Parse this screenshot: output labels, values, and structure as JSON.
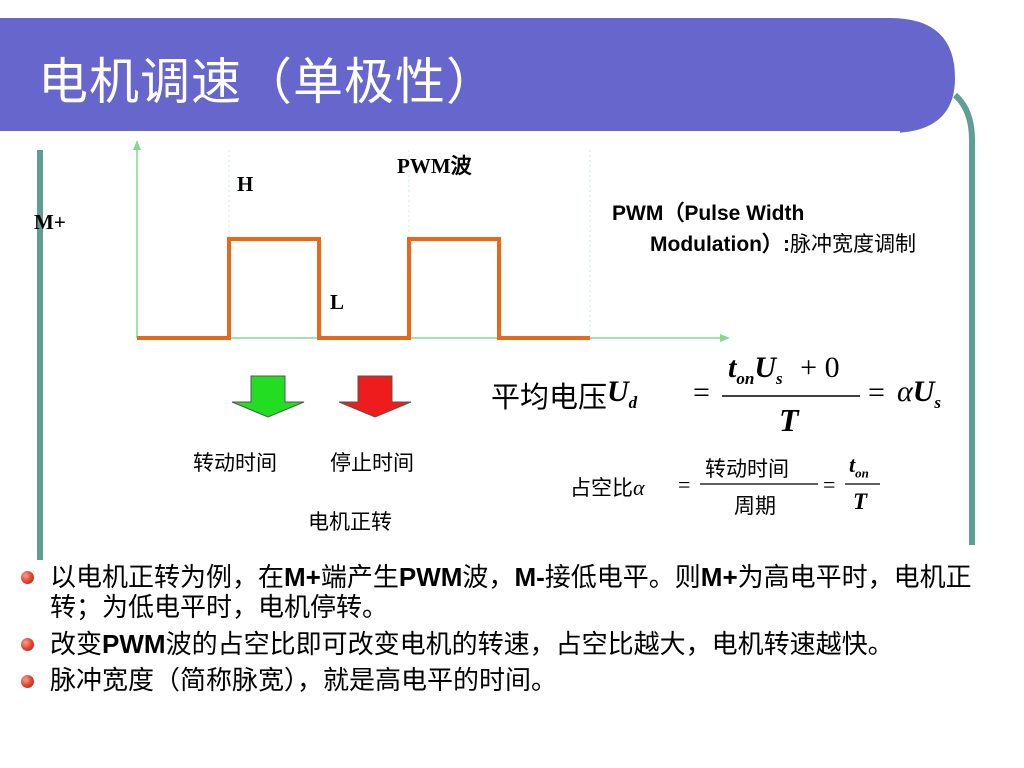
{
  "slide": {
    "title": "电机调速（单极性）"
  },
  "waveform": {
    "pwm_label": "PWM波",
    "h_label": "H",
    "l_label": "L",
    "mplus_label": "M+",
    "wave_color": "#e8681a",
    "axis_color": "#7fdc8f"
  },
  "pwm_definition": {
    "line1": "PWM（Pulse Width",
    "line2_a": "Modulation）:",
    "line2_b": "脉冲宽度调制"
  },
  "arrows": {
    "run_color": "#22dd22",
    "stop_color": "#ee1c1c",
    "run_label": "转动时间",
    "stop_label": "停止时间",
    "direction_label": "电机正转"
  },
  "avg_voltage": {
    "label": "平均电压",
    "lhs_var": "U",
    "lhs_sub": "d",
    "num_t": "t",
    "num_t_sub": "on",
    "num_u": "U",
    "num_u_sub": "s",
    "num_plus": "+ 0",
    "den": "T",
    "eq": "=",
    "rhs_alpha": "α",
    "rhs_u": "U",
    "rhs_sub": "s"
  },
  "duty_cycle": {
    "label": "占空比",
    "alpha": "α",
    "eq": "=",
    "numerator": "转动时间",
    "denominator": "周期",
    "num_t": "t",
    "num_t_sub": "on",
    "den_t": "T"
  },
  "bullets": [
    {
      "p1": "以电机正转为例，在",
      "b1": "M+",
      "p2": "端产生",
      "b2": "PWM",
      "p3": "波，",
      "b3": "M-",
      "p4": "接低电平。则",
      "b4": "M+",
      "p5": "为高电平时，电机正转；为低电平时，电机停转。"
    },
    {
      "p1": "改变",
      "b1": "PWM",
      "p2": "波的占空比即可改变电机的转速，占空比越大，电机转速越快。"
    },
    {
      "p1": "脉冲宽度（简称脉宽），就是高电平的时间。"
    }
  ],
  "theme": {
    "banner_color": "#6666cc",
    "frame_color": "#5f9e94"
  }
}
